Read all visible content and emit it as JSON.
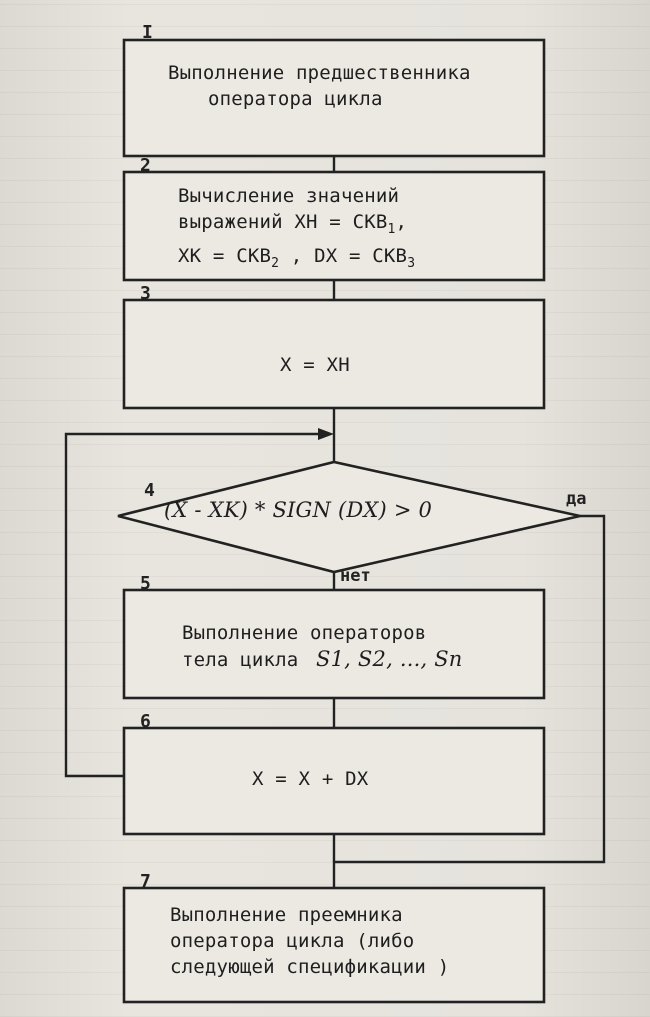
{
  "blocks": [
    {
      "num": "I",
      "lines": [
        "Выполнение предшественника",
        "оператора цикла"
      ]
    },
    {
      "num": "2",
      "lines": [
        "Вычисление значений",
        "выражений  ХН = СКВ",
        "ХК = СКВ",
        "DX = СКВ"
      ],
      "subs": [
        "1",
        "2",
        "3"
      ],
      "separators": [
        ",",
        ","
      ]
    },
    {
      "num": "3",
      "lines": [
        "X = XH"
      ]
    },
    {
      "num": "4",
      "condition": "(X - XK) * SIGN (DX) > 0",
      "yes": "да",
      "no": "нет"
    },
    {
      "num": "5",
      "lines": [
        "Выполнение операторов",
        "тела цикла"
      ],
      "statements": "S1, S2, ..., Sn"
    },
    {
      "num": "6",
      "lines": [
        "X = X + DX"
      ]
    },
    {
      "num": "7",
      "lines": [
        "Выполнение преемника",
        "оператора цикла (либо",
        "следующей спецификации )"
      ]
    }
  ]
}
